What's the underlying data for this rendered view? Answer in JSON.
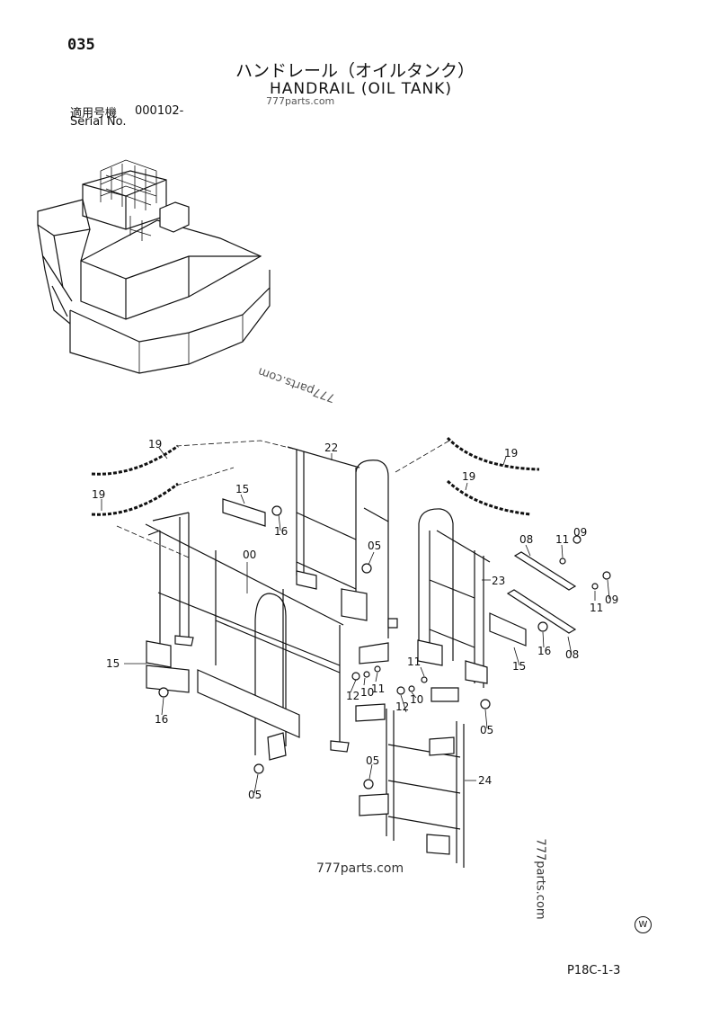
{
  "page_number": "035",
  "title_jp": "ハンドレール（オイルタンク）",
  "title_en": "HANDRAIL (OIL TANK)",
  "serial": {
    "label_jp": "適用号機",
    "value": "000102-",
    "label_en": "Serial No."
  },
  "watermarks": [
    "777parts.com",
    "777parts.com",
    "777parts.com",
    "777parts.com"
  ],
  "figure_code": "P18C-1-3",
  "badge": "W",
  "callouts": {
    "c00": "00",
    "c05a": "05",
    "c05b": "05",
    "c05c": "05",
    "c05d": "05",
    "c08a": "08",
    "c08b": "08",
    "c09a": "09",
    "c09b": "09",
    "c10a": "10",
    "c10b": "10",
    "c11a": "11",
    "c11b": "11",
    "c11c": "11",
    "c11d": "11",
    "c12a": "12",
    "c12b": "12",
    "c15a": "15",
    "c15b": "15",
    "c15c": "15",
    "c16a": "16",
    "c16b": "16",
    "c16c": "16",
    "c19a": "19",
    "c19b": "19",
    "c19c": "19",
    "c19d": "19",
    "c22": "22",
    "c23": "23",
    "c24": "24"
  },
  "colors": {
    "ink": "#111111",
    "paper": "#ffffff"
  }
}
